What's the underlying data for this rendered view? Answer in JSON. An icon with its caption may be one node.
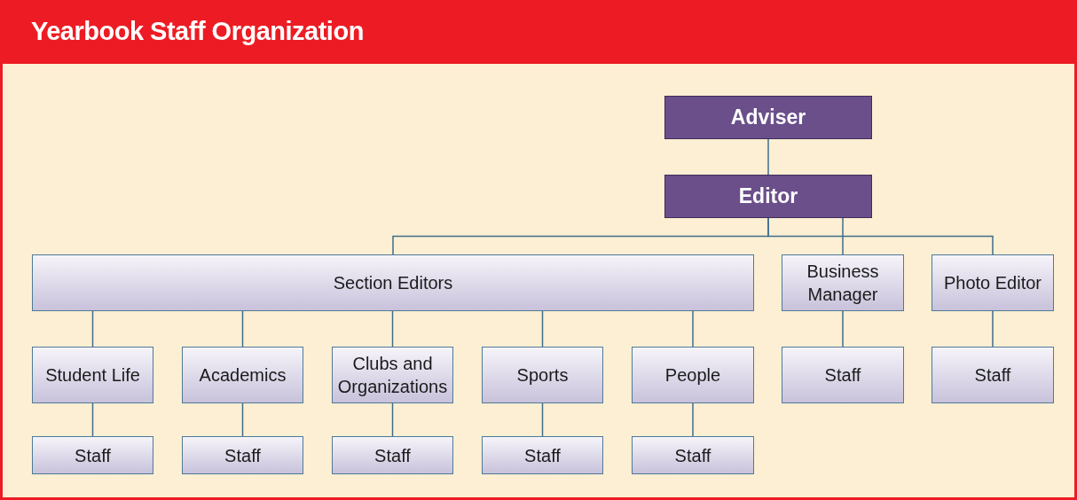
{
  "diagram": {
    "title": "Yearbook Staff Organization",
    "nodes": [
      {
        "text": [
          "Adviser"
        ]
      },
      {
        "text": [
          "Editor"
        ]
      },
      {
        "text": [
          "Section Editors"
        ]
      },
      {
        "text": [
          "Business Manager"
        ]
      },
      {
        "text": [
          "Photo Editor"
        ]
      },
      {
        "text": [
          "Student Life"
        ]
      },
      {
        "text": [
          "Academics"
        ]
      },
      {
        "text": [
          "Clubs and Organizations"
        ]
      },
      {
        "text": [
          "Sports"
        ]
      },
      {
        "text": [
          "People"
        ]
      },
      {
        "text": [
          "Staff"
        ]
      },
      {
        "text": [
          "Staff"
        ]
      },
      {
        "text": [
          "Staff"
        ]
      },
      {
        "text": [
          "Staff"
        ]
      },
      {
        "text": [
          "Staff"
        ]
      },
      {
        "text": [
          "Staff"
        ]
      },
      {
        "text": [
          "Staff"
        ]
      }
    ],
    "edges": [
      {
        "from": 0,
        "to": 1,
        "arrow": "none"
      },
      {
        "from": 1,
        "to": 2,
        "arrow": "none"
      },
      {
        "from": 1,
        "to": 3,
        "arrow": "none"
      },
      {
        "from": 1,
        "to": 4,
        "arrow": "none"
      },
      {
        "from": 2,
        "to": 5,
        "arrow": "none"
      },
      {
        "from": 2,
        "to": 6,
        "arrow": "none"
      },
      {
        "from": 2,
        "to": 7,
        "arrow": "none"
      },
      {
        "from": 2,
        "to": 8,
        "arrow": "none"
      },
      {
        "from": 2,
        "to": 9,
        "arrow": "none"
      },
      {
        "from": 3,
        "to": 10,
        "arrow": "none"
      },
      {
        "from": 4,
        "to": 11,
        "arrow": "none"
      },
      {
        "from": 5,
        "to": 12,
        "arrow": "none"
      },
      {
        "from": 6,
        "to": 13,
        "arrow": "none"
      },
      {
        "from": 7,
        "to": 14,
        "arrow": "none"
      },
      {
        "from": 8,
        "to": 15,
        "arrow": "none"
      },
      {
        "from": 9,
        "to": 16,
        "arrow": "none"
      }
    ]
  }
}
